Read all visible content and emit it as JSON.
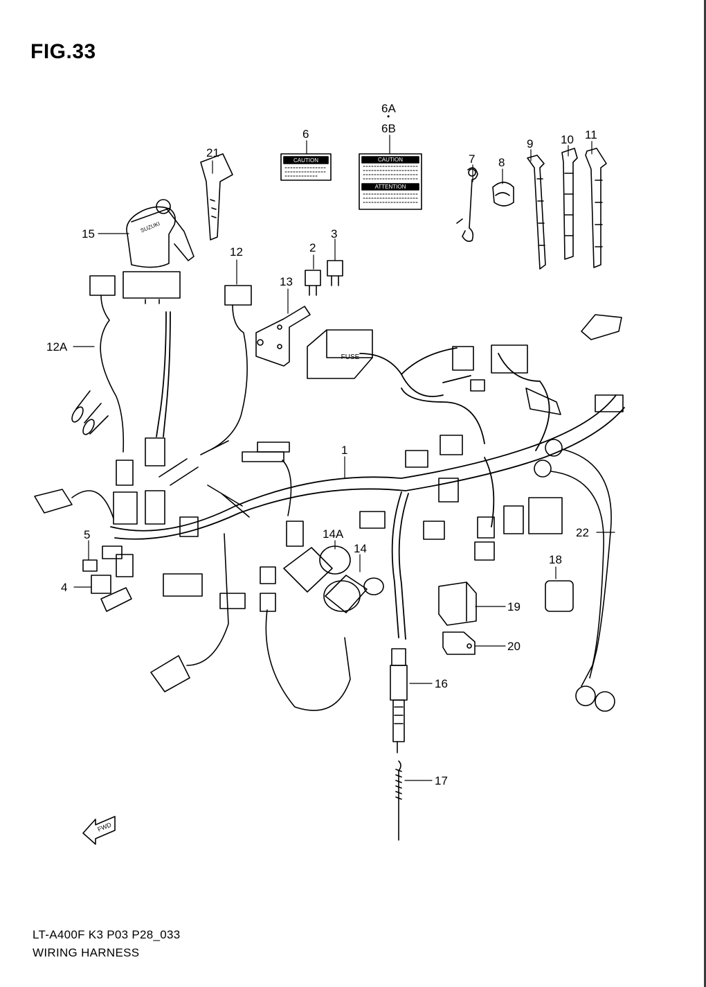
{
  "figure": {
    "title": "FIG.33"
  },
  "callouts": {
    "c1": "1",
    "c2": "2",
    "c3": "3",
    "c4": "4",
    "c5": "5",
    "c6": "6",
    "c6a": "6A",
    "c6dot": "•",
    "c6b": "6B",
    "c7": "7",
    "c8": "8",
    "c9": "9",
    "c10": "10",
    "c11": "11",
    "c12": "12",
    "c12a": "12A",
    "c13": "13",
    "c14": "14",
    "c14a": "14A",
    "c15": "15",
    "c16": "16",
    "c17": "17",
    "c18": "18",
    "c19": "19",
    "c20": "20",
    "c21": "21",
    "c22": "22"
  },
  "labels": {
    "caution_small": "CAUTION",
    "caution_large": "CAUTION",
    "attention": "ATTENTION",
    "fuse": "FUSE",
    "key_brand": "SUZUKI",
    "fwd": "FWD"
  },
  "footer": {
    "model_code": "LT-A400F K3 P03 P28_033",
    "title": "WIRING HARNESS"
  }
}
